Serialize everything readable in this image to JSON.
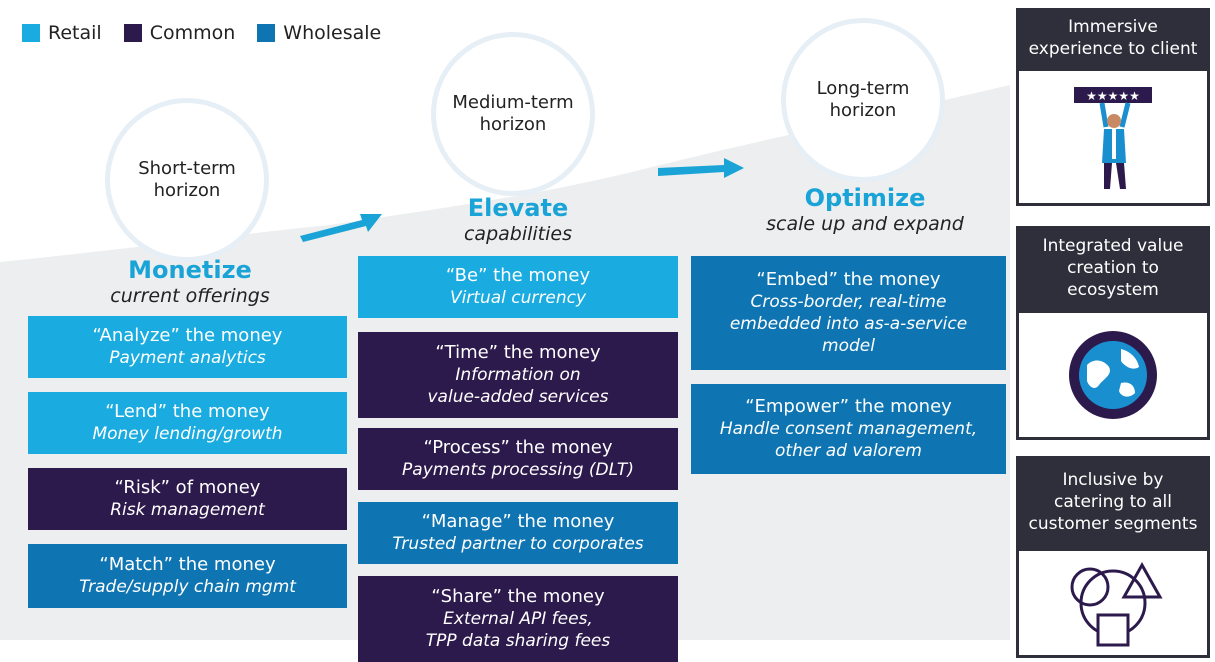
{
  "legend": [
    {
      "label": "Retail",
      "color": "#1aace0"
    },
    {
      "label": "Common",
      "color": "#2d1a4d"
    },
    {
      "label": "Wholesale",
      "color": "#0f75b2"
    }
  ],
  "horizons": {
    "short": "Short-term horizon",
    "medium": "Medium-term horizon",
    "long": "Long-term horizon"
  },
  "phases": {
    "monetize": {
      "title": "Monetize",
      "subtitle": "current offerings"
    },
    "elevate": {
      "title": "Elevate",
      "subtitle": "capabilities"
    },
    "optimize": {
      "title": "Optimize",
      "subtitle": "scale up and expand"
    }
  },
  "monetize_boxes": [
    {
      "head": "“Analyze” the money",
      "desc": "Payment analytics",
      "segment": "retail"
    },
    {
      "head": "“Lend” the money",
      "desc": "Money lending/growth",
      "segment": "retail"
    },
    {
      "head": "“Risk” of money",
      "desc": "Risk management",
      "segment": "common"
    },
    {
      "head": "“Match” the money",
      "desc": "Trade/supply chain mgmt",
      "segment": "wholesale"
    }
  ],
  "elevate_boxes": [
    {
      "head": "“Be” the money",
      "desc": "Virtual currency",
      "segment": "retail"
    },
    {
      "head": "“Time” the money",
      "desc1": "Information on",
      "desc2": "value-added services",
      "segment": "common"
    },
    {
      "head": "“Process” the money",
      "desc": "Payments processing (DLT)",
      "segment": "common"
    },
    {
      "head": "“Manage” the money",
      "desc": "Trusted partner to corporates",
      "segment": "wholesale"
    },
    {
      "head": "“Share” the money",
      "desc1": "External API fees,",
      "desc2": "TPP data sharing fees",
      "segment": "common"
    }
  ],
  "optimize_boxes": [
    {
      "head": "“Embed” the money",
      "desc1": "Cross-border, real-time",
      "desc2": "embedded into as-a-service",
      "desc3": "model",
      "segment": "wholesale"
    },
    {
      "head": "“Empower” the money",
      "desc1": "Handle consent management,",
      "desc2": "other ad valorem",
      "segment": "wholesale"
    }
  ],
  "side_panels": [
    {
      "line1": "Immersive",
      "line2": "experience to client",
      "icon": "person-holding-rating-icon"
    },
    {
      "line1": "Integrated value",
      "line2": "creation to",
      "line3": "ecosystem",
      "icon": "globe-icon"
    },
    {
      "line1": "Inclusive by",
      "line2": "catering to all",
      "line3": "customer segments",
      "icon": "shapes-icon"
    }
  ]
}
